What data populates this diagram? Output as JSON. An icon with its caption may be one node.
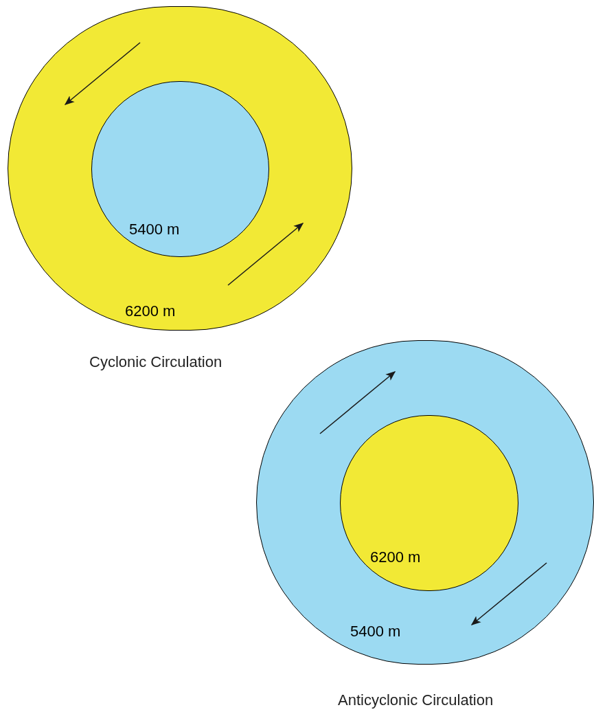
{
  "diagram": {
    "nodes": [
      {
        "text": [
          "6200 m"
        ]
      },
      {
        "text": [
          "5400 m"
        ],
        "in": 0
      },
      {
        "text": [
          "5400 m"
        ]
      },
      {
        "text": [
          "6200 m"
        ],
        "in": 2
      }
    ],
    "labels": [
      "Cyclonic Circulation",
      "Anticyclonic Circulation"
    ]
  }
}
